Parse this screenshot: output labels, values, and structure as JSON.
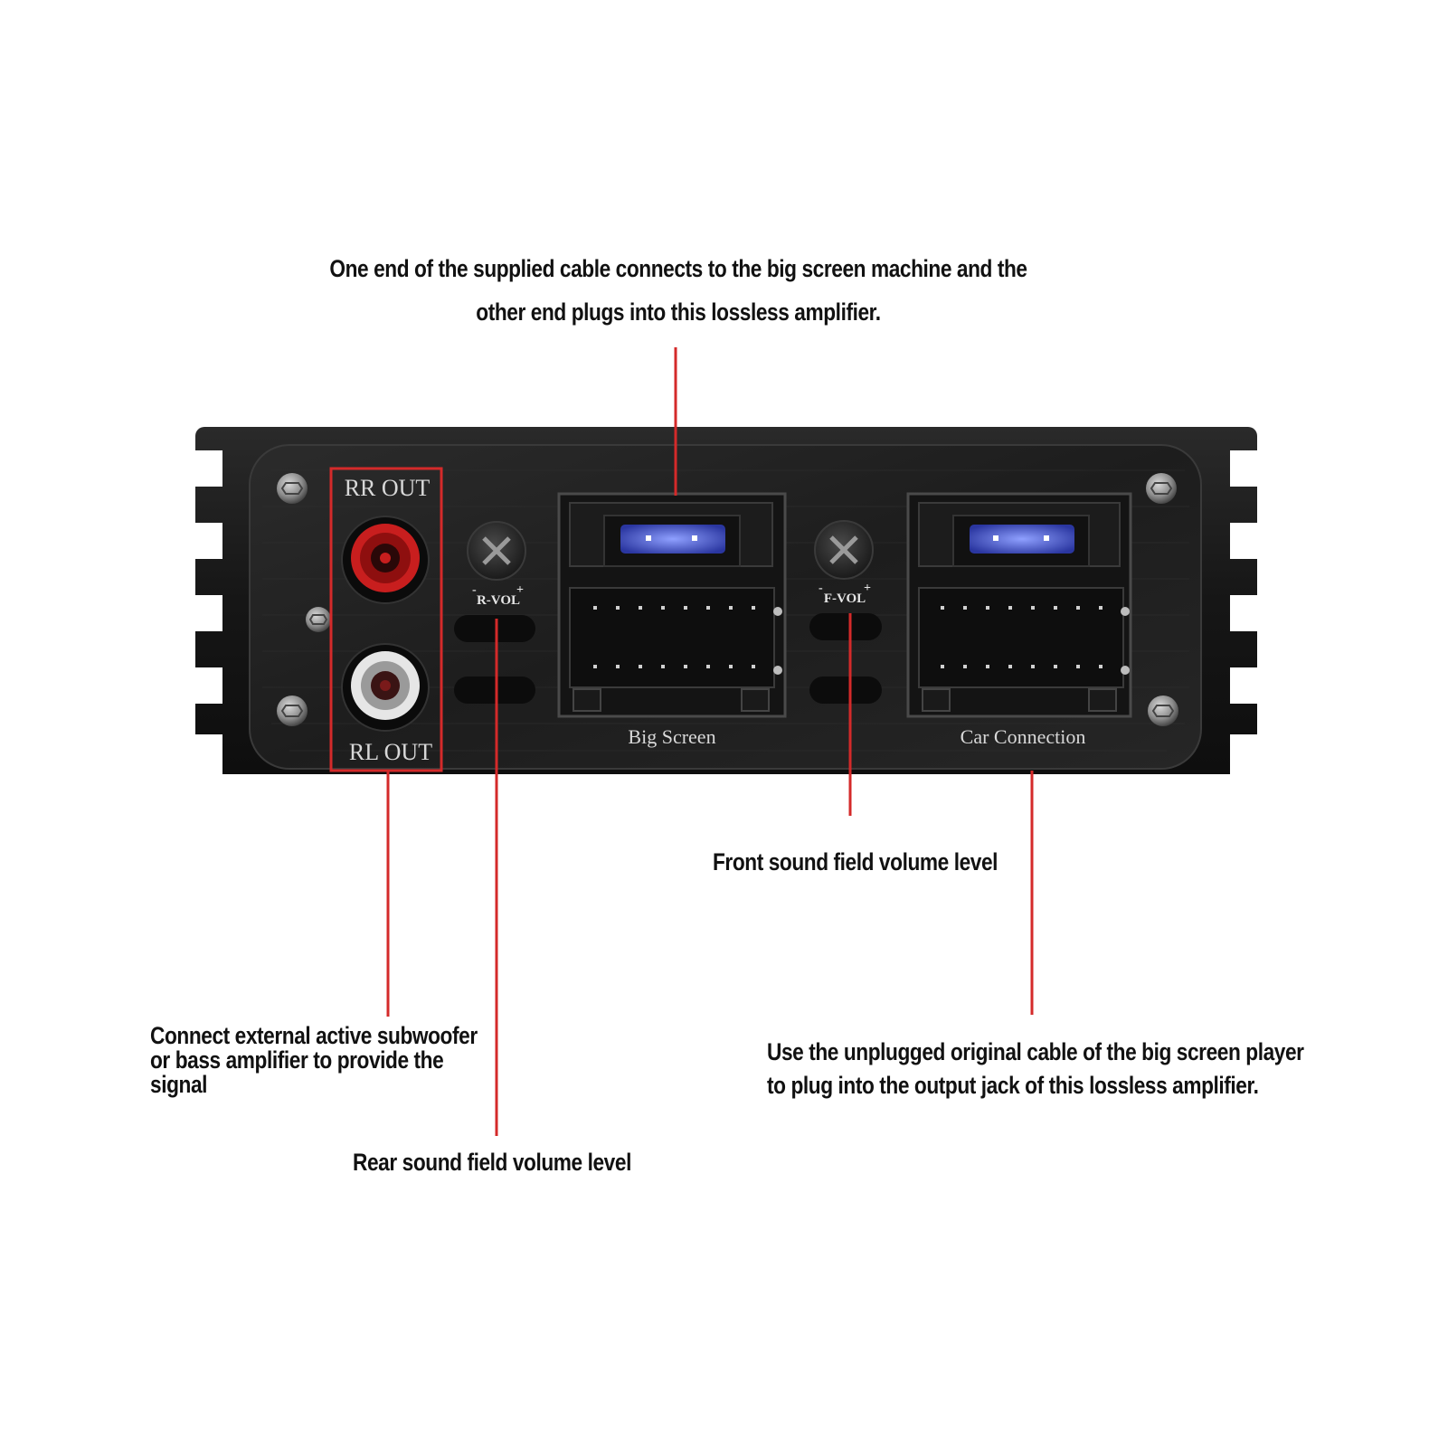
{
  "colors": {
    "callout_line": "#d42a2a",
    "highlight_box": "#d42a2a",
    "chassis": "#1b1b1b",
    "face_plate": "#222222",
    "rca_red": "#c81e1e",
    "rca_white": "#e6e6e6",
    "fuse_blue": "#3c4ec8"
  },
  "icons": {
    "screw": "screw-icon",
    "knob": "volume-knob-icon",
    "fuse": "fuse-icon"
  },
  "callouts": {
    "top": {
      "line1": "One end of the supplied cable connects to the big screen machine and the",
      "line2": "other end plugs into this lossless amplifier."
    },
    "subwoofer": {
      "line1": "Connect external active subwoofer",
      "line2": "or bass amplifier to provide the",
      "line3": "signal"
    },
    "rear_volume": "Rear sound field volume level",
    "front_volume": "Front sound field volume level",
    "output": {
      "line1": "Use the unplugged original cable of the big screen player",
      "line2": "to plug into the output jack of this lossless amplifier."
    }
  },
  "device": {
    "rr_out": "RR OUT",
    "rl_out": "RL OUT",
    "r_vol": "R-VOL",
    "f_vol": "F-VOL",
    "minus": "-",
    "plus": "+",
    "big_screen": "Big Screen",
    "car_connection": "Car Connection"
  }
}
